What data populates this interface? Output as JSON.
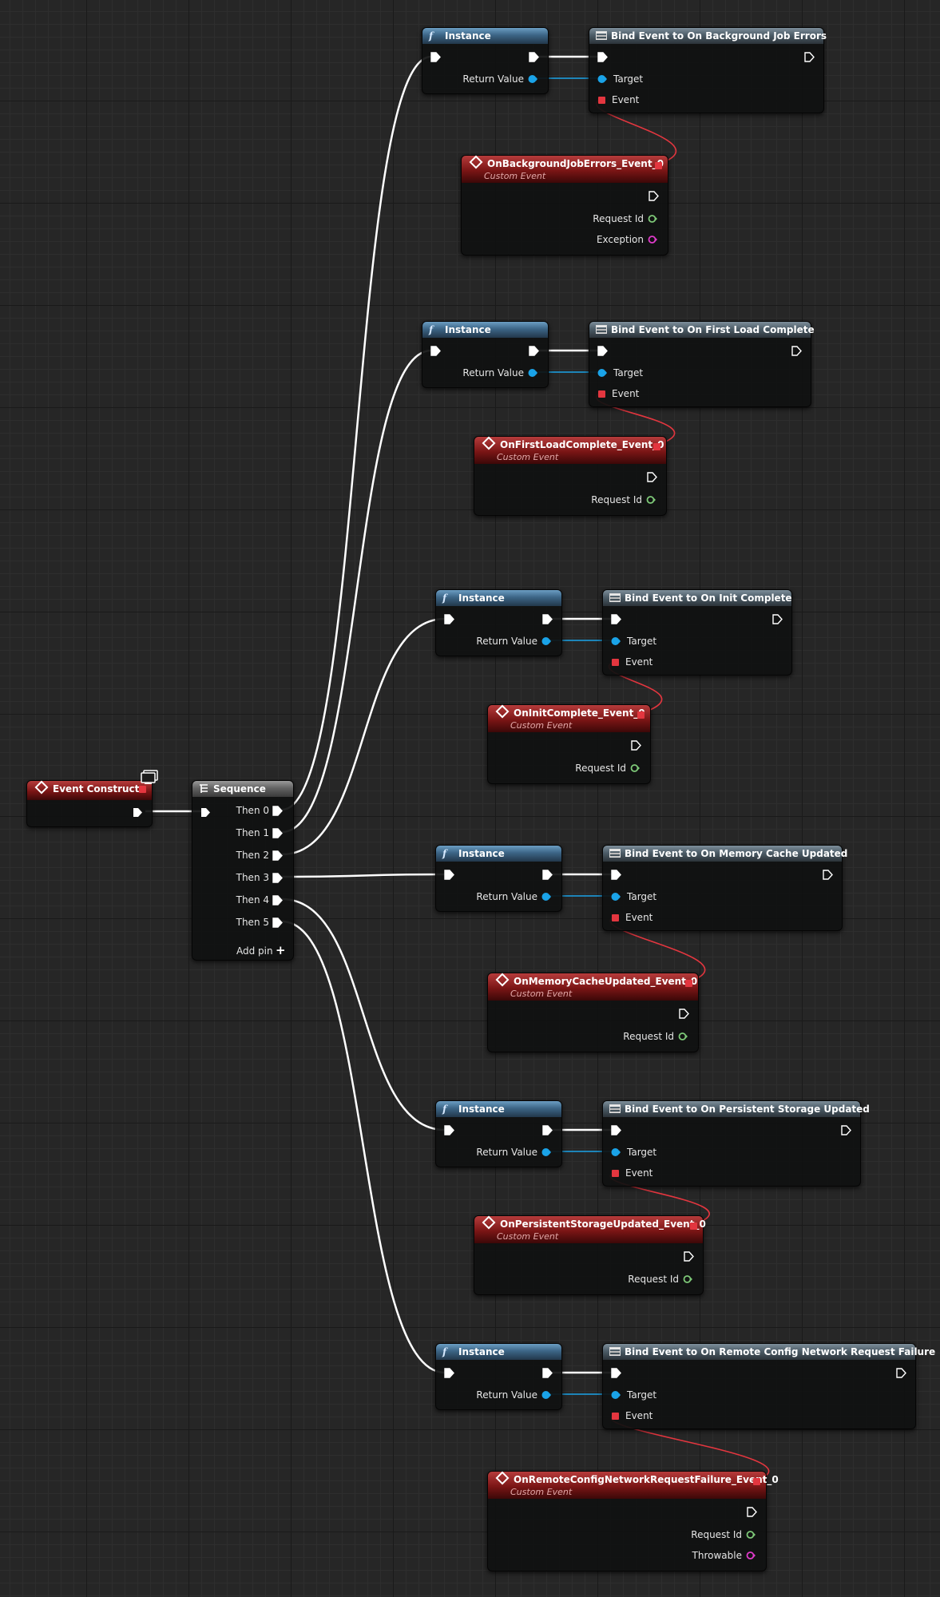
{
  "event_construct": {
    "title": "Event Construct",
    "monitor_icon": "monitor-icon"
  },
  "sequence": {
    "title": "Sequence",
    "outputs": [
      "Then 0",
      "Then 1",
      "Then 2",
      "Then 3",
      "Then 4",
      "Then 5"
    ],
    "add_pin_label": "Add pin"
  },
  "groups": [
    {
      "instance": {
        "title": "Instance",
        "return_label": "Return Value"
      },
      "bind": {
        "title": "Bind Event to On Background Job Errors",
        "target_label": "Target",
        "event_label": "Event"
      },
      "custom": {
        "title": "OnBackgroundJobErrors_Event_0",
        "subtitle": "Custom Event",
        "params": [
          "Request Id",
          "Exception"
        ]
      }
    },
    {
      "instance": {
        "title": "Instance",
        "return_label": "Return Value"
      },
      "bind": {
        "title": "Bind Event to On First Load Complete",
        "target_label": "Target",
        "event_label": "Event"
      },
      "custom": {
        "title": "OnFirstLoadComplete_Event_0",
        "subtitle": "Custom Event",
        "params": [
          "Request Id"
        ]
      }
    },
    {
      "instance": {
        "title": "Instance",
        "return_label": "Return Value"
      },
      "bind": {
        "title": "Bind Event to On Init Complete",
        "target_label": "Target",
        "event_label": "Event"
      },
      "custom": {
        "title": "OnInitComplete_Event_0",
        "subtitle": "Custom Event",
        "params": [
          "Request Id"
        ]
      }
    },
    {
      "instance": {
        "title": "Instance",
        "return_label": "Return Value"
      },
      "bind": {
        "title": "Bind Event to On Memory Cache Updated",
        "target_label": "Target",
        "event_label": "Event"
      },
      "custom": {
        "title": "OnMemoryCacheUpdated_Event_0",
        "subtitle": "Custom Event",
        "params": [
          "Request Id"
        ]
      }
    },
    {
      "instance": {
        "title": "Instance",
        "return_label": "Return Value"
      },
      "bind": {
        "title": "Bind Event to On Persistent Storage Updated",
        "target_label": "Target",
        "event_label": "Event"
      },
      "custom": {
        "title": "OnPersistentStorageUpdated_Event_0",
        "subtitle": "Custom Event",
        "params": [
          "Request Id"
        ]
      }
    },
    {
      "instance": {
        "title": "Instance",
        "return_label": "Return Value"
      },
      "bind": {
        "title": "Bind Event to On Remote Config Network Request Failure",
        "target_label": "Target",
        "event_label": "Event"
      },
      "custom": {
        "title": "OnRemoteConfigNetworkRequestFailure_Event_0",
        "subtitle": "Custom Event",
        "params": [
          "Request Id",
          "Throwable"
        ]
      }
    }
  ],
  "colors": {
    "exec_wire": "#ffffff",
    "object_pin": "#1aa3e8",
    "delegate_pin": "#e3363f",
    "string_pin": "#7ec978",
    "exception_pin": "#e03bcb"
  }
}
